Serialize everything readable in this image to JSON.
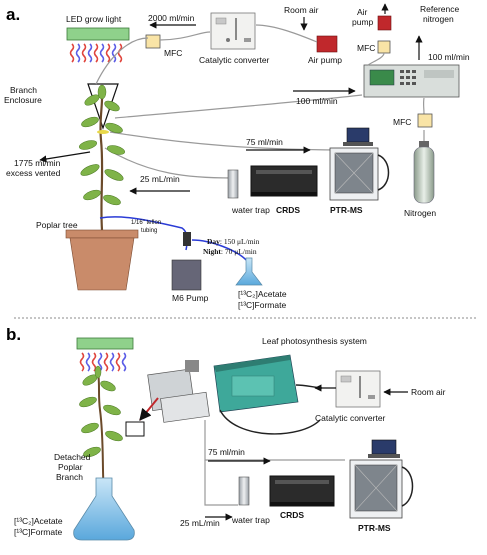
{
  "panel_a": {
    "label": "a.",
    "led_grow_light": "LED grow light",
    "flow_2000": "2000 ml/min",
    "mfc": "MFC",
    "catalytic_converter": "Catalytic converter",
    "room_air": "Room air",
    "air_pump_1": "Air pump",
    "air_pump_2": "Air\npump",
    "reference_nitrogen": "Reference\nnitrogen",
    "flow_100_right": "100 ml/min",
    "flow_100_mid": "100 ml/min",
    "branch_enclosure": "Branch\nEnclosure",
    "flow_75": "75 ml/min",
    "flow_1775": "1775 ml/min\nexcess vented",
    "flow_25": "25 mL/min",
    "water_trap": "water trap",
    "crds": "CRDS",
    "ptr_ms": "PTR-MS",
    "nitrogen": "Nitrogen",
    "poplar_tree": "Poplar tree",
    "teflon_tubing": "1/16\" teflon\ntubing",
    "day_label": "Day",
    "day_rate": ": 150 μL/min",
    "night_label": "Night",
    "night_rate": ": 70 μL/min",
    "m6_pump": "M6 Pump",
    "acetate": "[¹³C₂]Acetate",
    "formate": "[¹³C]Formate"
  },
  "panel_b": {
    "label": "b.",
    "leaf_system": "Leaf photosynthesis system",
    "room_air": "Room air",
    "catalytic_converter": "Catalytic converter",
    "detached_branch": "Detached\nPoplar\nBranch",
    "flow_75": "75 ml/min",
    "crds": "CRDS",
    "water_trap": "water trap",
    "flow_25": "25 mL/min",
    "ptr_ms": "PTR-MS",
    "acetate": "[¹³C₂]Acetate",
    "formate": "[¹³C]Formate"
  },
  "icons": [
    "led-light-icon",
    "mfc-icon",
    "catalytic-converter-icon",
    "air-pump-icon",
    "analyzer-icon",
    "nitrogen-cylinder-icon",
    "crds-icon",
    "ptr-ms-icon",
    "water-trap-icon",
    "pump-icon",
    "flask-icon",
    "tree-icon",
    "leaf-chamber-icon"
  ],
  "colors": {
    "led_green": "#8fd18b",
    "led_red": "#e0443c",
    "led_blue": "#5b5ce6",
    "pump_red": "#c0282c",
    "mfc_fill": "#f9e4a6",
    "tube_blue": "#2a3bd6",
    "pot": "#c98b6a",
    "cell_teal": "#3ea89a"
  }
}
